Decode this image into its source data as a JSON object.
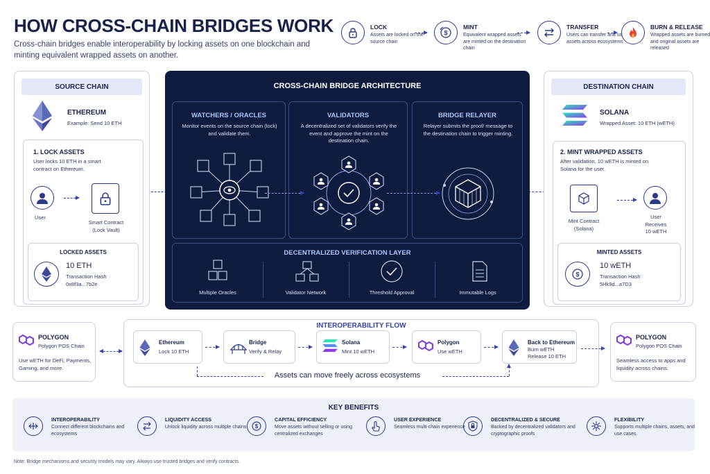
{
  "header": {
    "title": "HOW CROSS-CHAIN BRIDGES WORK",
    "subtitle": "Cross-chain bridges enable interoperability by locking assets on one blockchain and minting equivalent wrapped assets on another."
  },
  "steps": [
    {
      "title": "LOCK",
      "desc": "Assets are locked on the source chain",
      "icon": "lock-icon"
    },
    {
      "title": "MINT",
      "desc": "Equivalent wrapped assets are minted on the destination chain",
      "icon": "mint-coin-icon"
    },
    {
      "title": "TRANSFER",
      "desc": "Users can transfer and use assets across ecosystems",
      "icon": "transfer-arrows-icon"
    },
    {
      "title": "BURN & RELEASE",
      "desc": "Wrapped assets are burned and original assets are released",
      "icon": "flame-icon"
    }
  ],
  "source": {
    "header": "SOURCE CHAIN",
    "chain_name": "ETHEREUM",
    "example": "Example: Send 10 ETH",
    "lock_title": "1. LOCK ASSETS",
    "lock_desc": "User locks 10 ETH in a smart contract on Ethereum.",
    "user_label": "User",
    "contract_label": "Smart Contract\n(Lock Vault)",
    "locked_title": "LOCKED ASSETS",
    "locked_amount": "10 ETH",
    "tx_label": "Transaction Hash",
    "tx_hash": "0x8f3a...7b2e"
  },
  "architecture": {
    "header": "CROSS-CHAIN BRIDGE ARCHITECTURE",
    "watchers": {
      "title": "WATCHERS / ORACLES",
      "desc": "Monitor events on the source chain (lock) and validate them."
    },
    "validators": {
      "title": "VALIDATORS",
      "desc": "A decentralized set of validators verify the event and approve the mint on the destination chain."
    },
    "relayer": {
      "title": "BRIDGE RELAYER",
      "desc": "Relayer submits the proof/ message to the destination chain to trigger minting."
    },
    "layer_title": "DECENTRALIZED VERIFICATION LAYER",
    "layer_items": [
      "Multiple Oracles",
      "Validator Network",
      "Threshold Approval",
      "Immutable Logs"
    ]
  },
  "destination": {
    "header": "DESTINATION CHAIN",
    "chain_name": "SOLANA",
    "wrapped": "Wrapped Asset: 10 ETH (wETH)",
    "mint_title": "2. MINT WRAPPED ASSETS",
    "mint_desc": "After validation, 10 wETH is minted on Solana for the user.",
    "contract_label": "Mint Contract\n(Solana)",
    "user_label": "User\nReceives\n10 wETH",
    "minted_title": "MINTED ASSETS",
    "minted_amount": "10 wETH",
    "tx_label": "Transaction Hash",
    "tx_hash": "5Hk9d...a7D3"
  },
  "flow": {
    "title": "INTEROPERABILITY FLOW",
    "left": {
      "name": "POLYGON",
      "sub": "Polygon POS Chain",
      "desc": "Use wETH for DeFi, Payments, Gaming, and more."
    },
    "right": {
      "name": "POLYGON",
      "sub": "Polygon POS Chain",
      "desc": "Seamless access to apps and liquidity across chains."
    },
    "items": [
      {
        "title": "Ethereum",
        "sub": "Lock 10 ETH"
      },
      {
        "title": "Bridge",
        "sub": "Verify & Relay"
      },
      {
        "title": "Solana",
        "sub": "Mint 10 wETH"
      },
      {
        "title": "Polygon",
        "sub": "Use wETH"
      },
      {
        "title": "Back to Ethereum",
        "sub": "Burn wETH\nRelease 10 ETH"
      }
    ],
    "caption": "Assets can move freely across ecosystems"
  },
  "benefits": {
    "title": "KEY BENEFITS",
    "items": [
      {
        "title": "INTEROPERABILITY",
        "desc": "Connect different blockchains and ecosystems"
      },
      {
        "title": "LIQUIDITY ACCESS",
        "desc": "Unlock liquidity across multiple chains"
      },
      {
        "title": "CAPITAL EFFICIENCY",
        "desc": "Move assets without selling or using centralized exchanges"
      },
      {
        "title": "USER EXPERIENCE",
        "desc": "Seamless multi-chain experience"
      },
      {
        "title": "DECENTRALIZED & SECURE",
        "desc": "Backed by decentralized validators and cryptographic proofs"
      },
      {
        "title": "FLEXIBILITY",
        "desc": "Supports multiple chains, assets, and use cases."
      }
    ]
  },
  "footer_note": "Note: Bridge mechanisms and security models may vary. Always use trusted bridges and verify contracts.",
  "colors": {
    "navy": "#0f1c3f",
    "accent": "#3344aa",
    "panel_head": "#e4e8f6",
    "purple": "#7b3fe4"
  }
}
